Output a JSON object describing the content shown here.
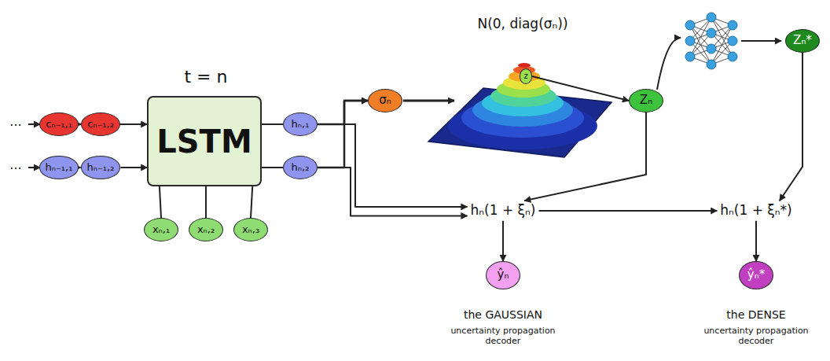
{
  "diagram": {
    "nodes": [
      {
        "text": [
          "cₙ₋₁,₁"
        ]
      },
      {
        "text": [
          "cₙ₋₁,₂"
        ]
      },
      {
        "text": [
          "hₙ₋₁,₁"
        ]
      },
      {
        "text": [
          "hₙ₋₁,₂"
        ]
      },
      {
        "text": [
          "LSTM"
        ]
      },
      {
        "text": [
          "hₙ,₁"
        ]
      },
      {
        "text": [
          "hₙ,₂"
        ]
      },
      {
        "text": [
          "xₙ,₁"
        ]
      },
      {
        "text": [
          "xₙ,₂"
        ]
      },
      {
        "text": [
          "xₙ,₃"
        ]
      },
      {
        "text": [
          "σₙ"
        ]
      },
      {
        "text": [
          "z"
        ]
      },
      {
        "text": [
          "Zₙ"
        ]
      },
      {
        "text": [
          "Zₙ*"
        ]
      },
      {
        "text": [
          "hₙ(1 + ξₙ)"
        ]
      },
      {
        "text": [
          "hₙ(1 + ξₙ*)"
        ]
      },
      {
        "text": [
          "ŷₙ"
        ]
      },
      {
        "text": [
          "ŷₙ*"
        ]
      }
    ],
    "edges": [
      {
        "from": 0,
        "to": 1,
        "arrow": "to"
      },
      {
        "from": 2,
        "to": 3,
        "arrow": "to"
      },
      {
        "from": 1,
        "to": 4,
        "arrow": "to"
      },
      {
        "from": 3,
        "to": 4,
        "arrow": "to"
      },
      {
        "from": 7,
        "to": 4,
        "arrow": "none"
      },
      {
        "from": 8,
        "to": 4,
        "arrow": "none"
      },
      {
        "from": 9,
        "to": 4,
        "arrow": "none"
      },
      {
        "from": 4,
        "to": 5,
        "arrow": "none"
      },
      {
        "from": 4,
        "to": 6,
        "arrow": "none"
      },
      {
        "from": 5,
        "to": 10,
        "arrow": "to"
      },
      {
        "from": 6,
        "to": 10,
        "arrow": "to"
      },
      {
        "from": 5,
        "to": 14,
        "arrow": "to"
      },
      {
        "from": 6,
        "to": 14,
        "arrow": "to"
      },
      {
        "from": 11,
        "to": 12,
        "arrow": "to"
      },
      {
        "from": 12,
        "to": 14,
        "arrow": "to"
      },
      {
        "from": 14,
        "to": 15,
        "arrow": "to"
      },
      {
        "from": 13,
        "to": 15,
        "arrow": "to"
      },
      {
        "from": 14,
        "to": 16,
        "arrow": "to"
      },
      {
        "from": 15,
        "to": 17,
        "arrow": "to"
      }
    ],
    "labels": [
      "...",
      "...",
      "t = n",
      "N(0, diag(σₙ))",
      "the GAUSSIAN",
      "uncertainty propagation decoder",
      "the DENSE",
      "uncertainty propagation decoder"
    ]
  }
}
